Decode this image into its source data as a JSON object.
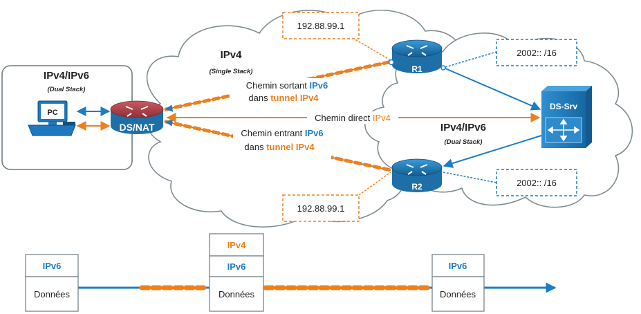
{
  "colors": {
    "ipv6_blue": "#1a7dc8",
    "ipv4_orange": "#f07f1a",
    "cloud_stroke": "#7f8c92",
    "router_blue": "#1e6fa8",
    "natrouter_red": "#b0444a"
  },
  "host_box": {
    "title": "IPv4/IPv6",
    "subtitle": "(Dual Stack)",
    "pc_label": "PC",
    "pc_icon": "computer-icon"
  },
  "nat_router": {
    "label": "DS/NAT",
    "icon": "router-icon"
  },
  "ipv4_cloud": {
    "title": "IPv4",
    "subtitle": "(Single Stack)"
  },
  "dual_cloud": {
    "title": "IPv4/IPv6",
    "subtitle": "(Dual Stack)"
  },
  "r1": {
    "label": "R1",
    "icon": "router-icon",
    "ipv4_address": "192.88.99.1",
    "ipv6_prefix": "2002:: /16"
  },
  "r2": {
    "label": "R2",
    "icon": "router-icon",
    "ipv4_address": "192.88.99.1",
    "ipv6_prefix": "2002:: /16"
  },
  "server": {
    "label": "DS-Srv",
    "icon": "switch-server-icon"
  },
  "paths": {
    "outbound": {
      "line1_prefix": "Chemin sortant ",
      "line1_proto": "IPv6",
      "line2_prefix": "dans ",
      "line2_tunnel": "tunnel IPv4"
    },
    "direct": {
      "prefix": "Chemin direct ",
      "proto": "IPv4"
    },
    "inbound": {
      "line1_prefix": "Chemin entrant ",
      "line1_proto": "IPv6",
      "line2_prefix": "dans ",
      "line2_tunnel": "tunnel IPv4"
    }
  },
  "encapsulation": {
    "left_packet": {
      "header": "IPv6",
      "payload": "Données"
    },
    "middle_packet": {
      "outer_header": "IPv4",
      "header": "IPv6",
      "payload": "Données"
    },
    "right_packet": {
      "header": "IPv6",
      "payload": "Données"
    }
  }
}
